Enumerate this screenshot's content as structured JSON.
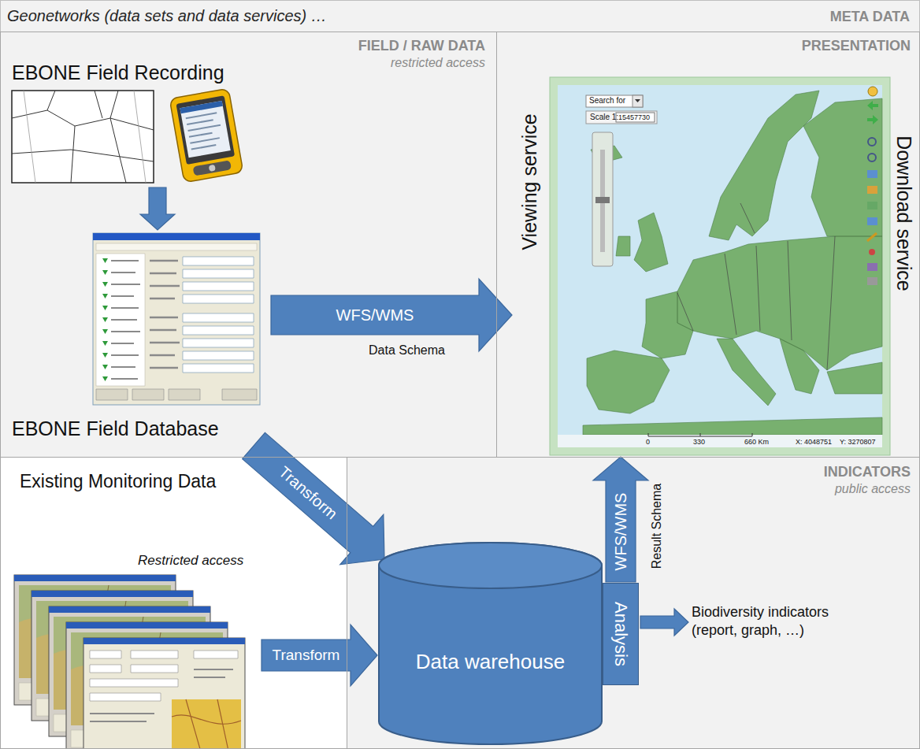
{
  "diagram": {
    "nodes": [
      {
        "text": [
          "Geonetworks (data sets and data services) …",
          "META DATA"
        ]
      },
      {
        "text": [
          "FIELD / RAW DATA",
          "restricted access"
        ],
        "in": 0
      },
      {
        "text": [
          "EBONE Field Recording"
        ],
        "in": 1
      },
      {
        "text": [
          "EBONE Field Database"
        ],
        "in": 1
      },
      {
        "text": [
          "PRESENTATION"
        ],
        "in": 0
      },
      {
        "text": [
          "Viewing service",
          "Download service"
        ],
        "in": 4
      },
      {
        "text": [
          "Existing Monitoring Data",
          "Restricted access"
        ],
        "in": 0
      },
      {
        "text": [
          "INDICATORS",
          "public access"
        ],
        "in": 0
      },
      {
        "text": [
          "Data warehouse"
        ],
        "in": 7
      },
      {
        "text": [
          "Analysis"
        ],
        "in": 7
      },
      {
        "text": [
          "Biodiversity indicators (report, graph, …)"
        ],
        "in": 7
      }
    ],
    "edges": [
      {
        "from": 2,
        "to": 3,
        "arrow": "to"
      },
      {
        "from": 3,
        "to": 5,
        "label": "WFS/WMS",
        "arrow": "to"
      },
      {
        "from": 3,
        "to": 8,
        "label": "Transform",
        "arrow": "to"
      },
      {
        "from": 6,
        "to": 8,
        "label": "Transform",
        "arrow": "to"
      },
      {
        "from": 9,
        "to": 5,
        "label": "WFS/WMS",
        "arrow": "to"
      },
      {
        "from": 9,
        "to": 10,
        "arrow": "to"
      }
    ],
    "labels": [
      "Data Schema",
      "Result Schema",
      "Search for",
      "Scale 1:",
      "15457730",
      "0",
      "330",
      "660 Km",
      "X: 4048751",
      "Y: 3270807"
    ]
  }
}
